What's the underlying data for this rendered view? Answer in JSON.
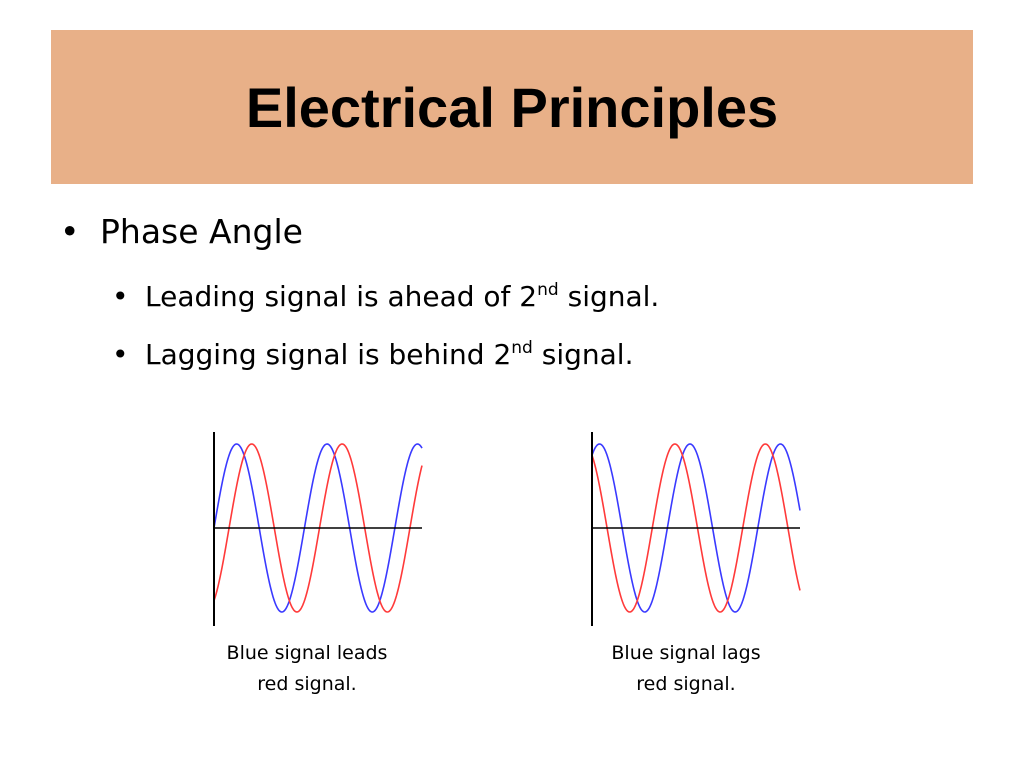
{
  "slide": {
    "title": "Electrical Principles",
    "title_band_color": "#e8b088"
  },
  "bullets": {
    "level1": {
      "text": "Phase Angle"
    },
    "level2": [
      {
        "prefix": "Leading signal is ahead of 2",
        "sup": "nd",
        "suffix": " signal."
      },
      {
        "prefix": "Lagging signal is behind 2",
        "sup": "nd",
        "suffix": " signal."
      }
    ]
  },
  "figures": [
    {
      "caption_line1": "Blue signal leads",
      "caption_line2": "red signal."
    },
    {
      "caption_line1": "Blue signal lags",
      "caption_line2": "red signal."
    }
  ],
  "chart_data": [
    {
      "type": "line",
      "title": "",
      "xlabel": "",
      "ylabel": "",
      "grid": false,
      "series": [
        {
          "color": "#3a3aff",
          "function": "sine",
          "cycles": 2.3,
          "phase_deg": 0
        },
        {
          "color": "#ff3a3a",
          "function": "sine",
          "cycles": 2.3,
          "phase_deg": -60
        }
      ]
    },
    {
      "type": "line",
      "title": "",
      "xlabel": "",
      "ylabel": "",
      "grid": false,
      "series": [
        {
          "color": "#3a3aff",
          "function": "sine",
          "cycles": 2.3,
          "phase_deg": 60
        },
        {
          "color": "#ff3a3a",
          "function": "sine",
          "cycles": 2.3,
          "phase_deg": 120
        }
      ]
    }
  ]
}
